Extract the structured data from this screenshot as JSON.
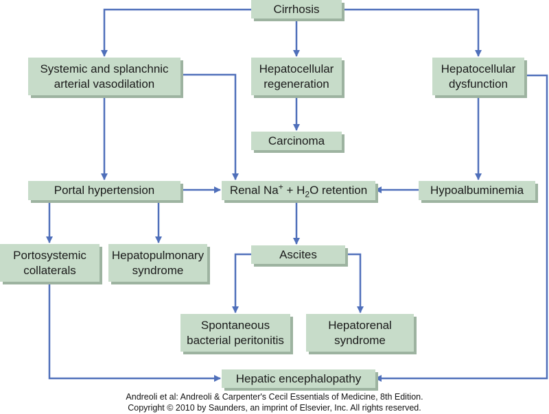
{
  "nodes": {
    "cirrhosis": "Cirrhosis",
    "systemic": [
      "Systemic and splanchnic",
      "arterial vasodilation"
    ],
    "regeneration": [
      "Hepatocellular",
      "regeneration"
    ],
    "dysfunction": [
      "Hepatocellular",
      "dysfunction"
    ],
    "carcinoma": "Carcinoma",
    "portal": "Portal hypertension",
    "renal": {
      "pre": "Renal Na",
      "sup": "+",
      "mid": " + H",
      "sub": "2",
      "post": "O retention"
    },
    "hypoalbuminemia": "Hypoalbuminemia",
    "portosystemic": [
      "Portosystemic",
      "collaterals"
    ],
    "hepatopulmonary": [
      "Hepatopulmonary",
      "syndrome"
    ],
    "ascites": "Ascites",
    "sbp": [
      "Spontaneous",
      "bacterial peritonitis"
    ],
    "hepatorenal": [
      "Hepatorenal",
      "syndrome"
    ],
    "encephalopathy": "Hepatic encephalopathy"
  },
  "credit": {
    "line1": "Andreoli et al: Andreoli & Carpenter's Cecil Essentials of Medicine, 8th Edition.",
    "line2": "Copyright © 2010 by Saunders, an imprint of Elsevier, Inc. All rights reserved."
  },
  "colors": {
    "box": "#c7dcc9",
    "arrow": "#4f6fba"
  }
}
